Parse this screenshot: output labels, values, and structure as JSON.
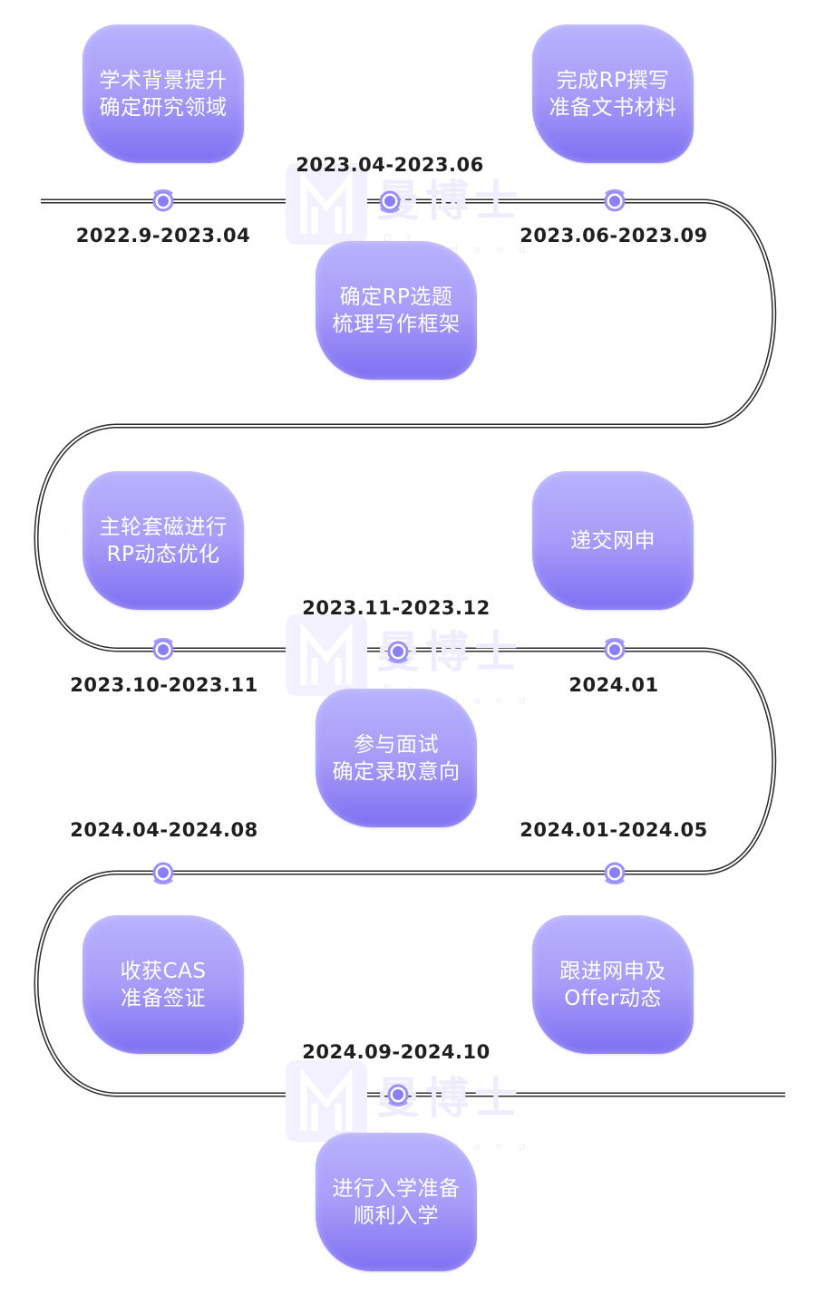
{
  "watermark": {
    "brand": "曼博士",
    "tagline": "Dr. MinHand"
  },
  "colors": {
    "card_top": "#b9b2fd",
    "card_bottom": "#7f6ff2",
    "node": "#8b7ff5",
    "track": "#2b2b2b",
    "date_text": "#1f1f1f"
  },
  "milestones": [
    {
      "step": 1,
      "date": "2022.9-2023.04",
      "text": "学术背景提升\n确定研究领域"
    },
    {
      "step": 2,
      "date": "2023.04-2023.06",
      "text": "确定RP选题\n梳理写作框架"
    },
    {
      "step": 3,
      "date": "2023.06-2023.09",
      "text": "完成RP撰写\n准备文书材料"
    },
    {
      "step": 4,
      "date": "2023.10-2023.11",
      "text": "主轮套磁进行\nRP动态优化"
    },
    {
      "step": 5,
      "date": "2023.11-2023.12",
      "text": "参与面试\n确定录取意向"
    },
    {
      "step": 6,
      "date": "2024.01",
      "text": "递交网申"
    },
    {
      "step": 7,
      "date": "2024.01-2024.05",
      "text": "跟进网申及\nOffer动态"
    },
    {
      "step": 8,
      "date": "2024.04-2024.08",
      "text": "收获CAS\n准备签证"
    },
    {
      "step": 9,
      "date": "2024.09-2024.10",
      "text": "进行入学准备\n顺利入学"
    }
  ]
}
